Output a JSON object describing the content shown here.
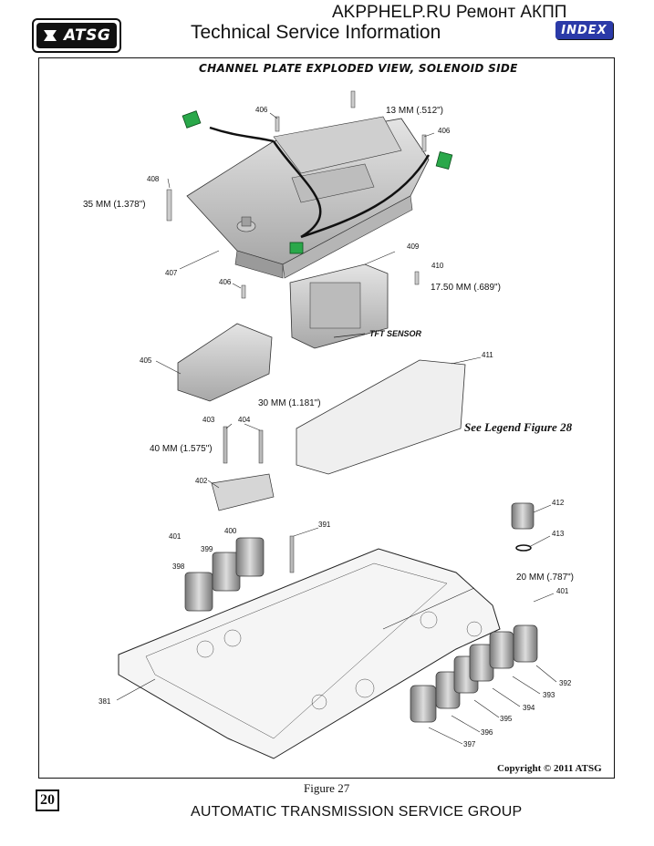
{
  "header": {
    "logo_text": "ATSG",
    "site": "AKPPHELP.RU Ремонт АКПП",
    "title": "Technical Service Information",
    "index_label": "INDEX"
  },
  "diagram": {
    "title": "CHANNEL PLATE EXPLODED VIEW, SOLENOID SIDE",
    "part_labels": [
      "406",
      "406",
      "408",
      "407",
      "406",
      "409",
      "410",
      "405",
      "411",
      "403",
      "404",
      "402",
      "401",
      "400",
      "399",
      "398",
      "391",
      "412",
      "413",
      "401",
      "381",
      "392",
      "393",
      "394",
      "395",
      "396",
      "397"
    ],
    "measurements": [
      "13 MM (.512\")",
      "35 MM (1.378\")",
      "17.50 MM (.689\")",
      "30 MM (1.181\")",
      "40 MM (1.575\")",
      "20 MM (.787\")"
    ],
    "tft_sensor": "TFT SENSOR",
    "legend_ref": "See Legend Figure 28",
    "copyright": "Copyright © 2011 ATSG"
  },
  "figure_caption": "Figure 27",
  "page_number": "20",
  "footer": "AUTOMATIC TRANSMISSION SERVICE GROUP",
  "colors": {
    "index_bg": "#2b3aa8",
    "connector_green": "#2aa84a"
  }
}
